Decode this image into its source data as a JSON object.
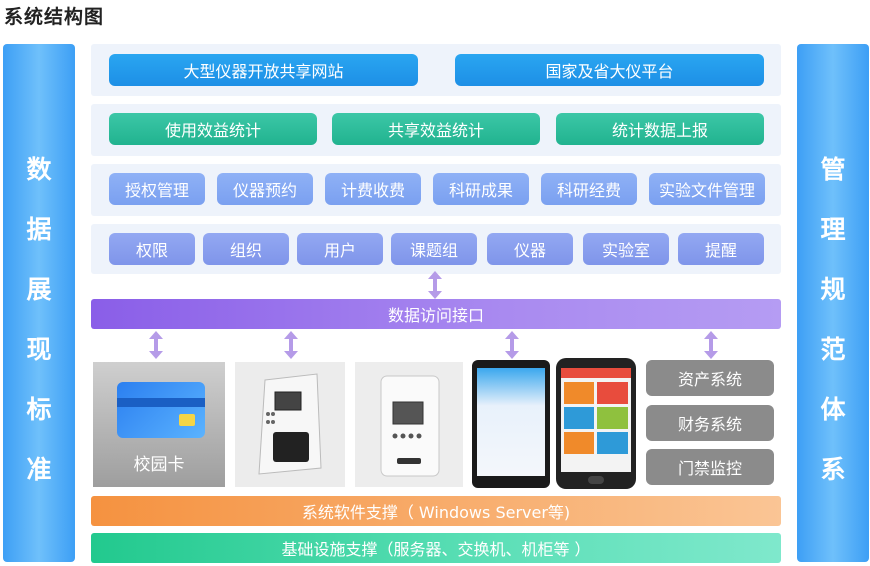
{
  "title": "系统结构图",
  "left_panel": {
    "chars": [
      "数",
      "据",
      "展",
      "现",
      "标",
      "准"
    ]
  },
  "right_panel": {
    "chars": [
      "管",
      "理",
      "规",
      "范",
      "体",
      "系"
    ]
  },
  "row1": [
    "大型仪器开放共享网站",
    "国家及省大仪平台"
  ],
  "row2": [
    "使用效益统计",
    "共享效益统计",
    "统计数据上报"
  ],
  "row3": [
    "授权管理",
    "仪器预约",
    "计费收费",
    "科研成果",
    "科研经费",
    "实验文件管理"
  ],
  "row4": [
    "权限",
    "组织",
    "用户",
    "课题组",
    "仪器",
    "实验室",
    "提醒"
  ],
  "api_bar": "数据访问接口",
  "campus_card": "校园卡",
  "systems": [
    "资产系统",
    "财务系统",
    "门禁监控"
  ],
  "software_bar": "系统软件支撑（ Windows Server等)",
  "infra_bar": "基础设施支撑（服务器、交换机、机柜等 ）",
  "colors": {
    "side": "#3d9ff5",
    "blue": "#1d8fe6",
    "green": "#21b38f",
    "purple": "#8a63e6",
    "orange": "#f59a45",
    "teal": "#2fd2a0"
  }
}
